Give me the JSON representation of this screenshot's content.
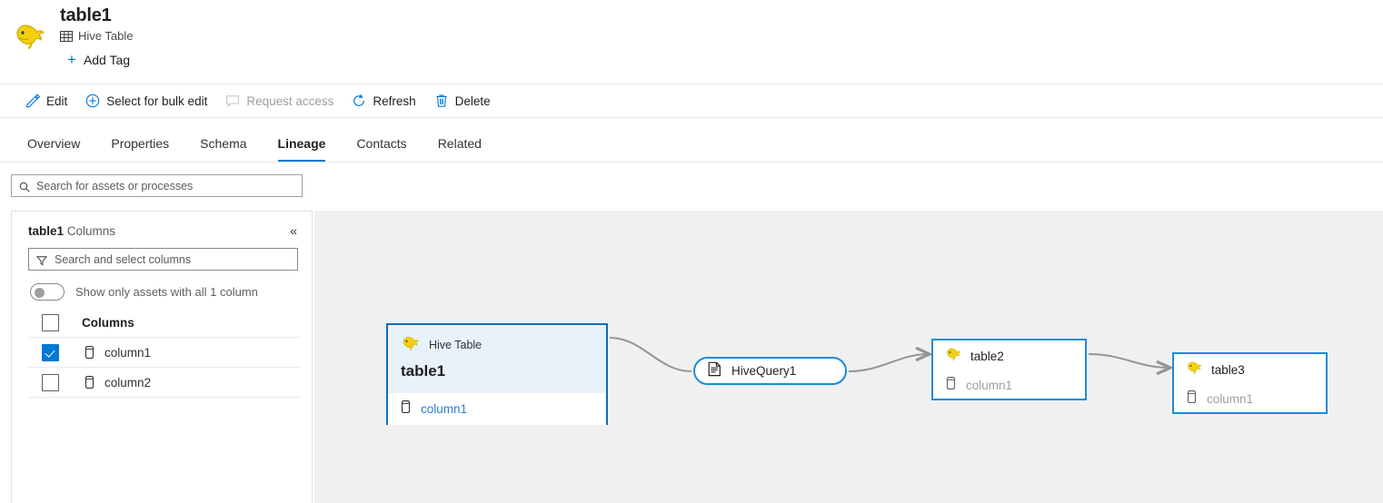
{
  "header": {
    "logo_icon": "hive-elephant-logo",
    "title": "table1",
    "type_icon": "table-grid-icon",
    "type_label": "Hive Table",
    "add_tag_label": "Add Tag",
    "add_tag_icon": "plus-icon"
  },
  "commandbar": {
    "items": [
      {
        "label": "Edit",
        "icon": "pencil-icon",
        "disabled": false
      },
      {
        "label": "Select for bulk edit",
        "icon": "circle-plus-icon",
        "disabled": false
      },
      {
        "label": "Request access",
        "icon": "comment-icon",
        "disabled": true
      },
      {
        "label": "Refresh",
        "icon": "refresh-icon",
        "disabled": false
      },
      {
        "label": "Delete",
        "icon": "trash-icon",
        "disabled": false
      }
    ]
  },
  "tabs": {
    "items": [
      {
        "label": "Overview",
        "active": false
      },
      {
        "label": "Properties",
        "active": false
      },
      {
        "label": "Schema",
        "active": false
      },
      {
        "label": "Lineage",
        "active": true
      },
      {
        "label": "Contacts",
        "active": false
      },
      {
        "label": "Related",
        "active": false
      }
    ]
  },
  "search": {
    "icon": "search-icon",
    "placeholder": "Search for assets or processes",
    "value": ""
  },
  "side_panel": {
    "title_bold": "table1",
    "title_rest": " Columns",
    "collapse_icon": "chevron-double-left-icon",
    "filter": {
      "icon": "filter-funnel-icon",
      "placeholder": "Search and select columns",
      "value": ""
    },
    "toggle": {
      "label": "Show only assets with all 1 column",
      "checked": false
    },
    "list_header": {
      "label": "Columns",
      "checked": false
    },
    "columns": [
      {
        "name": "column1",
        "checked": true,
        "icon": "column-icon"
      },
      {
        "name": "column2",
        "checked": false,
        "icon": "column-icon"
      }
    ]
  },
  "lineage": {
    "nodes": {
      "main": {
        "type_icon": "hive-elephant-logo",
        "type_label": "Hive Table",
        "name": "table1",
        "column_icon": "column-icon",
        "column": "column1"
      },
      "process": {
        "icon": "process-document-icon",
        "name": "HiveQuery1"
      },
      "table2": {
        "icon": "hive-elephant-logo",
        "name": "table2",
        "column_icon": "column-icon",
        "column": "column1"
      },
      "table3": {
        "icon": "hive-elephant-logo",
        "name": "table3",
        "column_icon": "column-icon",
        "column": "column1"
      }
    }
  },
  "colors": {
    "accent": "#0078d4",
    "node_border": "#1a8cd8",
    "selected_node_fill": "#e8f2fb",
    "canvas_bg": "#f0f0f0",
    "edge": "#979593",
    "hive_yellow": "#f5cc0f"
  }
}
